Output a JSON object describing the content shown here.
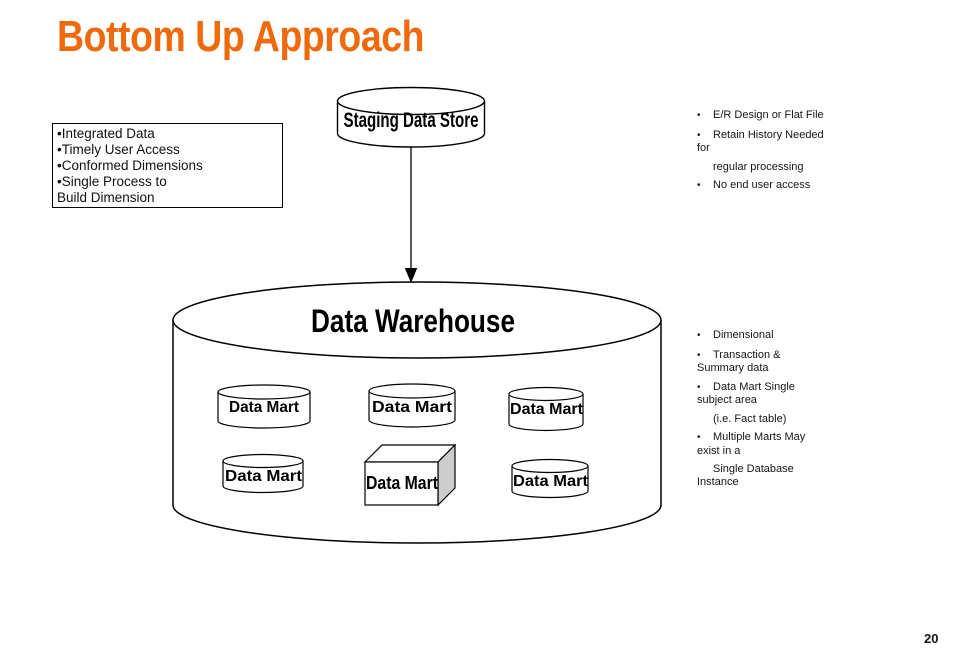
{
  "slide": {
    "title": "Bottom Up Approach",
    "page_number": "20"
  },
  "colors": {
    "accent_orange": "#EF6A0C",
    "shape_outline": "#000000",
    "cube_shade": "#cccccc",
    "background": "#ffffff"
  },
  "glyphs": {
    "bullet": "•"
  },
  "left_box": {
    "lines": [
      "•Integrated Data",
      "•Timely User Access",
      "•Conformed Dimensions",
      "•Single Process to",
      "Build Dimension"
    ]
  },
  "diagram": {
    "staging_label": "Staging Data Store",
    "warehouse_label": "Data Warehouse",
    "mart_label": "Data Mart"
  },
  "right_top": {
    "lines": [
      {
        "text": "E/R Design or Flat File"
      },
      {
        "text": "Retain History Needed"
      },
      {
        "text": "for"
      },
      {
        "text": "regular processing"
      },
      {
        "text": "No end user access"
      }
    ]
  },
  "right_mid": {
    "lines": [
      {
        "text": "Dimensional"
      },
      {
        "text": "Transaction &"
      },
      {
        "text": "Summary data"
      },
      {
        "text": "Data Mart Single"
      },
      {
        "text": "subject area"
      },
      {
        "text": "(i.e. Fact table)"
      },
      {
        "text": "Multiple Marts May"
      },
      {
        "text": "exist in a"
      },
      {
        "text": "Single Database"
      },
      {
        "text": "Instance"
      }
    ]
  }
}
